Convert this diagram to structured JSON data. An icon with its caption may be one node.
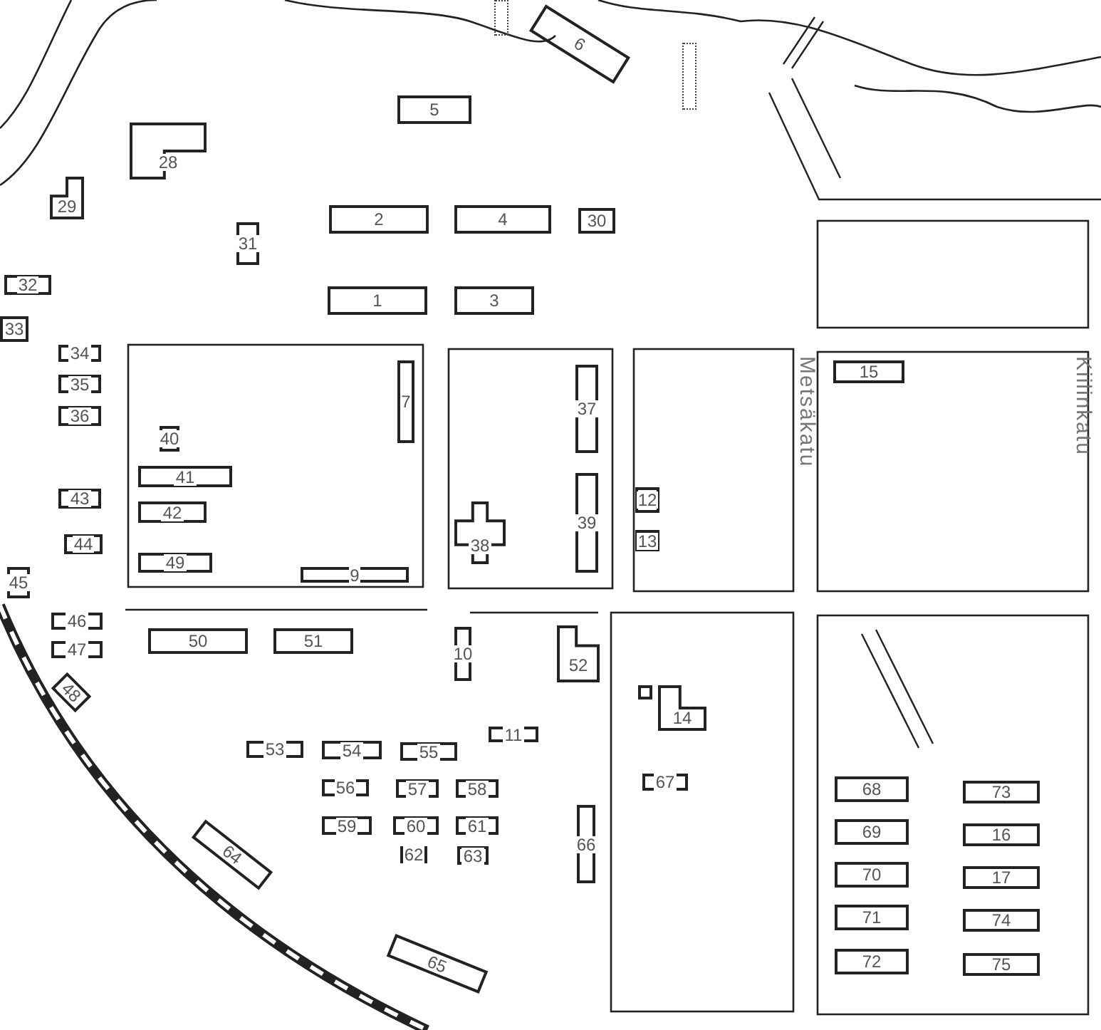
{
  "diagram": {
    "nodes": [
      {
        "text": [],
        "shape": "box"
      },
      {
        "text": [
          "6"
        ]
      },
      {
        "text": [],
        "shape": "box"
      },
      {
        "text": [
          "5"
        ]
      },
      {
        "text": [
          "28"
        ]
      },
      {
        "text": [
          "29"
        ]
      },
      {
        "text": [
          "2"
        ]
      },
      {
        "text": [
          "4"
        ]
      },
      {
        "text": [
          "30"
        ]
      },
      {
        "text": [
          "31"
        ]
      },
      {
        "text": [
          "32"
        ]
      },
      {
        "text": [
          "1"
        ]
      },
      {
        "text": [
          "3"
        ]
      },
      {
        "text": [
          "33"
        ]
      },
      {
        "text": [
          "34"
        ]
      },
      {
        "text": [
          "15"
        ]
      },
      {
        "text": [
          "7"
        ]
      },
      {
        "text": [
          "37"
        ]
      },
      {
        "text": [
          "35"
        ]
      },
      {
        "text": [
          "36"
        ]
      },
      {
        "text": [
          "40"
        ]
      },
      {
        "text": [
          "41"
        ]
      },
      {
        "text": [
          "12"
        ]
      },
      {
        "text": [
          "43"
        ]
      },
      {
        "text": [
          "38"
        ]
      },
      {
        "text": [
          "39"
        ]
      },
      {
        "text": [
          "42"
        ]
      },
      {
        "text": [
          "13"
        ]
      },
      {
        "text": [
          "44"
        ]
      },
      {
        "text": [
          "49"
        ]
      },
      {
        "text": [
          "9"
        ]
      },
      {
        "text": [
          "45"
        ]
      },
      {
        "text": [
          "46"
        ]
      },
      {
        "text": [
          "50"
        ]
      },
      {
        "text": [
          "51"
        ]
      },
      {
        "text": [
          "10"
        ]
      },
      {
        "text": [
          "52"
        ]
      },
      {
        "text": [
          "47"
        ]
      },
      {
        "text": [
          "48"
        ]
      },
      {
        "text": [],
        "shape": "box"
      },
      {
        "text": [
          "14"
        ]
      },
      {
        "text": [
          "11"
        ]
      },
      {
        "text": [
          "53"
        ]
      },
      {
        "text": [
          "54"
        ]
      },
      {
        "text": [
          "55"
        ]
      },
      {
        "text": [
          "67"
        ]
      },
      {
        "text": [
          "56"
        ]
      },
      {
        "text": [
          "57"
        ]
      },
      {
        "text": [
          "58"
        ]
      },
      {
        "text": [
          "68"
        ]
      },
      {
        "text": [
          "73"
        ]
      },
      {
        "text": [
          "59"
        ]
      },
      {
        "text": [
          "60"
        ]
      },
      {
        "text": [
          "61"
        ]
      },
      {
        "text": [
          "69"
        ]
      },
      {
        "text": [
          "16"
        ]
      },
      {
        "text": [
          "64"
        ]
      },
      {
        "text": [
          "62"
        ]
      },
      {
        "text": [
          "63"
        ]
      },
      {
        "text": [
          "66"
        ]
      },
      {
        "text": [
          "70"
        ]
      },
      {
        "text": [
          "17"
        ]
      },
      {
        "text": [
          "71"
        ]
      },
      {
        "text": [
          "74"
        ]
      },
      {
        "text": [
          "65"
        ]
      },
      {
        "text": [
          "72"
        ]
      },
      {
        "text": [
          "75"
        ]
      }
    ],
    "labels": [
      "Metsäkatu",
      "Kiilinkatu"
    ]
  }
}
